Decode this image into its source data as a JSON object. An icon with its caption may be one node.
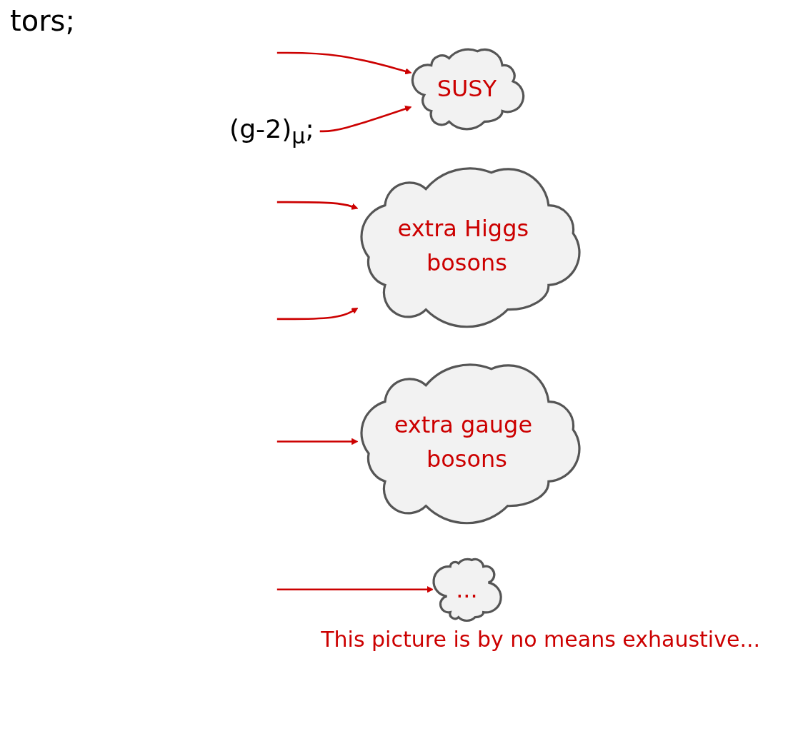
{
  "diagram": {
    "nodes": [
      {
        "text": [
          "SUSY"
        ]
      },
      {
        "text": [
          "extra Higgs bosons"
        ]
      },
      {
        "text": [
          "extra gauge bosons"
        ]
      },
      {
        "text": [
          "..."
        ]
      },
      {
        "text": [
          "(g-2)$_{μ}$;"
        ]
      }
    ],
    "edges": [
      {
        "from": null,
        "to": 0,
        "arrow": "to"
      },
      {
        "from": null,
        "to": 1,
        "arrow": "to"
      },
      {
        "from": null,
        "to": 1,
        "arrow": "to"
      },
      {
        "from": null,
        "to": 2,
        "arrow": "to"
      },
      {
        "from": null,
        "to": 3,
        "arrow": "to"
      },
      {
        "from": 4,
        "to": 0,
        "arrow": "to"
      }
    ],
    "labels": [
      "tors;",
      "This picture is by no means exhaustive..."
    ]
  }
}
